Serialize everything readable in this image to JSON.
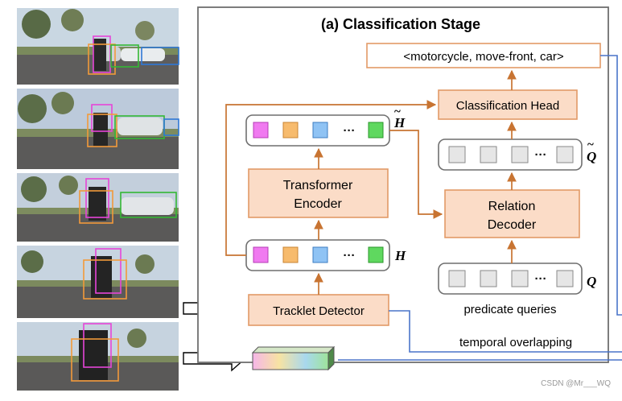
{
  "stage_title": "(a) Classification Stage",
  "output_label": "<motorcycle, move-front, car>",
  "classification_head": "Classification Head",
  "transformer_encoder": [
    "Transformer",
    "Encoder"
  ],
  "relation_decoder": [
    "Relation",
    "Decoder"
  ],
  "tracklet_detector": "Tracklet Detector",
  "predicate_queries": "predicate queries",
  "temporal_overlapping": "temporal overlapping",
  "symbol_h_tilde": "H",
  "symbol_h": "H",
  "symbol_q_tilde": "Q",
  "symbol_q": "Q",
  "ellipsis": "···",
  "watermark": "CSDN @Mr___WQ",
  "colors": {
    "orange_stroke": "#e29a67",
    "orange_fill": "#fbdcc7",
    "arrow_orange": "#c87432",
    "blue_line": "#4a74c9",
    "token_magenta": "#f07af0",
    "token_orange": "#f7bb6d",
    "token_blue": "#8fc3f4",
    "token_green": "#5fd85f",
    "query_gray": "#e6e6e6"
  }
}
